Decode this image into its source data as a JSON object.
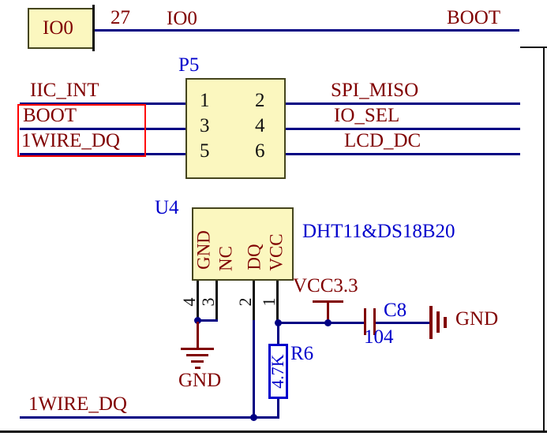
{
  "colors": {
    "wire": "#000083",
    "net_label": "#800000",
    "designator": "#0000cc",
    "part_fill": "#fbf7bf",
    "part_border": "#45451d",
    "pin_text": "#101010",
    "selection_highlight": "#ff0000",
    "background": "#ffffff"
  },
  "top": {
    "part_name": "IO0",
    "pin_number": "27",
    "net_label": "IO0",
    "net_label_right": "BOOT"
  },
  "connector": {
    "designator": "P5",
    "pin_numbers": [
      "1",
      "2",
      "3",
      "4",
      "5",
      "6"
    ],
    "left_nets": [
      "IIC_INT",
      "BOOT",
      "1WIRE_DQ"
    ],
    "right_nets": [
      "SPI_MISO",
      "IO_SEL",
      "LCD_DC"
    ]
  },
  "sensor": {
    "designator": "U4",
    "comment": "DHT11&DS18B20",
    "pin_names": [
      "GND",
      "NC",
      "DQ",
      "VCC"
    ],
    "pin_numbers": [
      "4",
      "3",
      "2",
      "1"
    ],
    "gnd_label_left": "GND",
    "power_net": "VCC3.3",
    "capacitor": {
      "designator": "C8",
      "value": "104"
    },
    "gnd_label_right": "GND",
    "resistor": {
      "designator": "R6",
      "value": "4.7K"
    },
    "bottom_net": "1WIRE_DQ"
  }
}
